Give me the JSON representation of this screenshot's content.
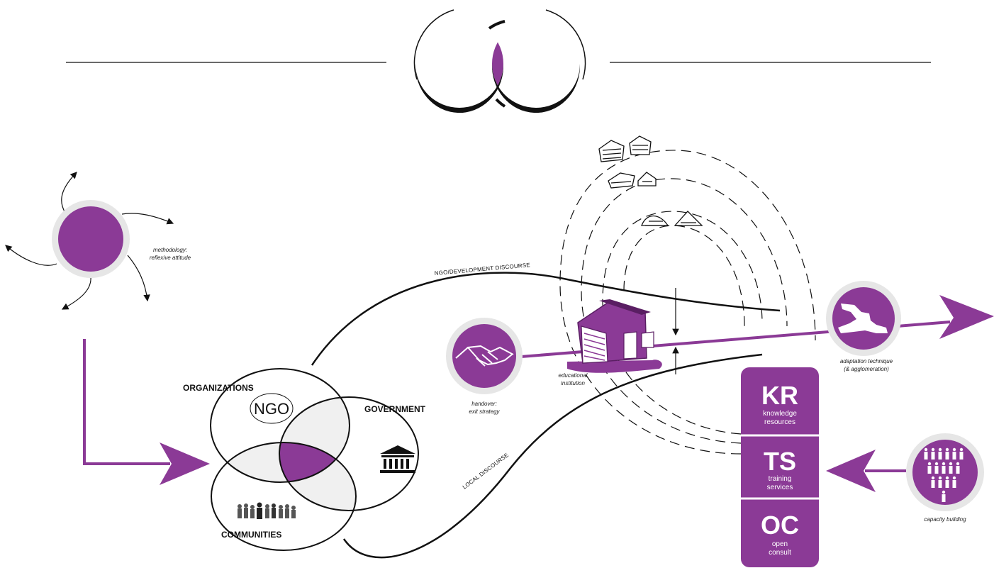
{
  "colors": {
    "purple": "#8b3a96",
    "halo": "#e6e6e6",
    "ink": "#111111"
  },
  "methodology": {
    "line1": "methodology:",
    "line2": "reflexive attitude"
  },
  "discourse": {
    "ngo": "NGO/DEVELOPMENT DISCOURSE",
    "local": "LOCAL DISCOURSE"
  },
  "venn": {
    "organizations": "ORGANIZATIONS",
    "ngo_badge": "NGO",
    "government": "GOVERNMENT",
    "communities": "COMMUNITIES"
  },
  "handover": {
    "line1": "handover:",
    "line2": "exit strategy",
    "icon": "handshake-icon"
  },
  "institution": {
    "line1": "educational",
    "line2": "institution",
    "icon": "school-building-icon"
  },
  "adaptation": {
    "line1": "adaptation technique",
    "line2": "(& agglomeration)",
    "icon": "haiti-map-icon"
  },
  "capacity": {
    "label": "capacity building",
    "icon": "people-group-icon"
  },
  "services": [
    {
      "abbr": "KR",
      "line1": "knowledge",
      "line2": "resources"
    },
    {
      "abbr": "TS",
      "line1": "training",
      "line2": "services"
    },
    {
      "abbr": "OC",
      "line1": "open",
      "line2": "consult"
    }
  ]
}
